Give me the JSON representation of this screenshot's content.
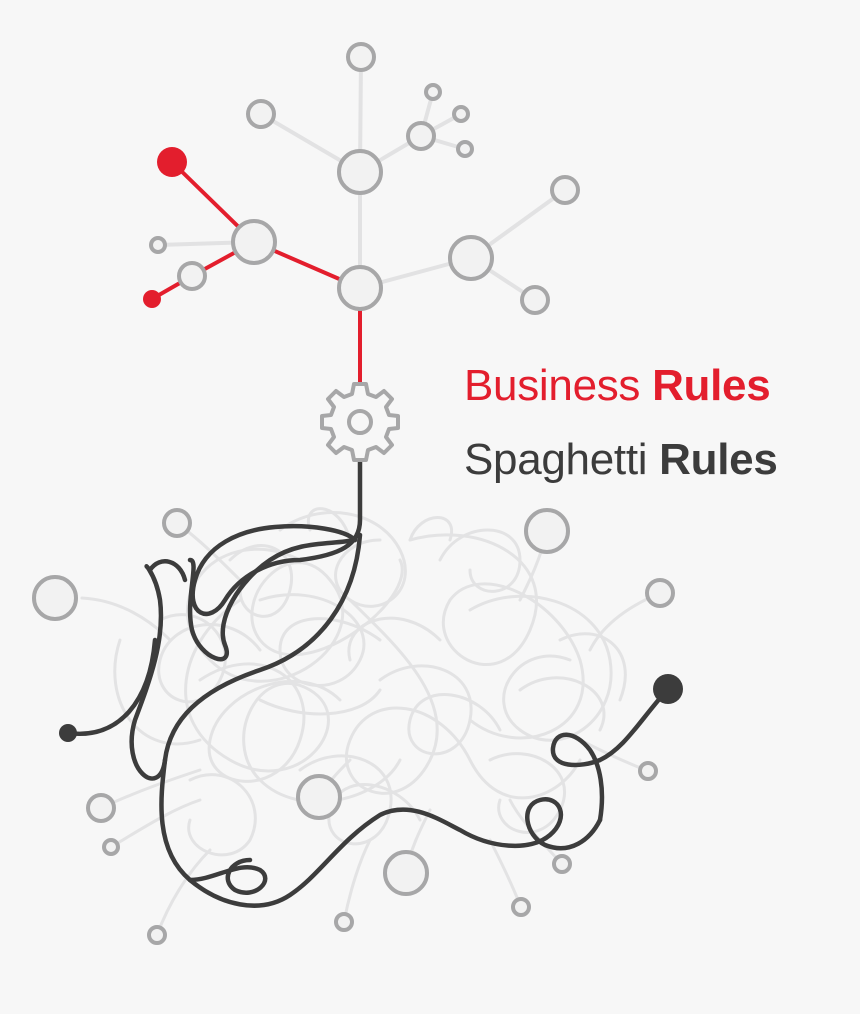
{
  "headline": {
    "business": {
      "word": "Business",
      "bold": "Rules"
    },
    "spaghetti": {
      "word": "Spaghetti",
      "bold": "Rules"
    }
  },
  "colors": {
    "background": "#f7f7f7",
    "accent_red": "#e31e2d",
    "dark_line": "#3c3c3c",
    "node_gray": "#a7a7a8",
    "branch_light": "#e2e2e3",
    "text_dark": "#3c3c3c"
  },
  "icons": [
    "gear-icon"
  ]
}
